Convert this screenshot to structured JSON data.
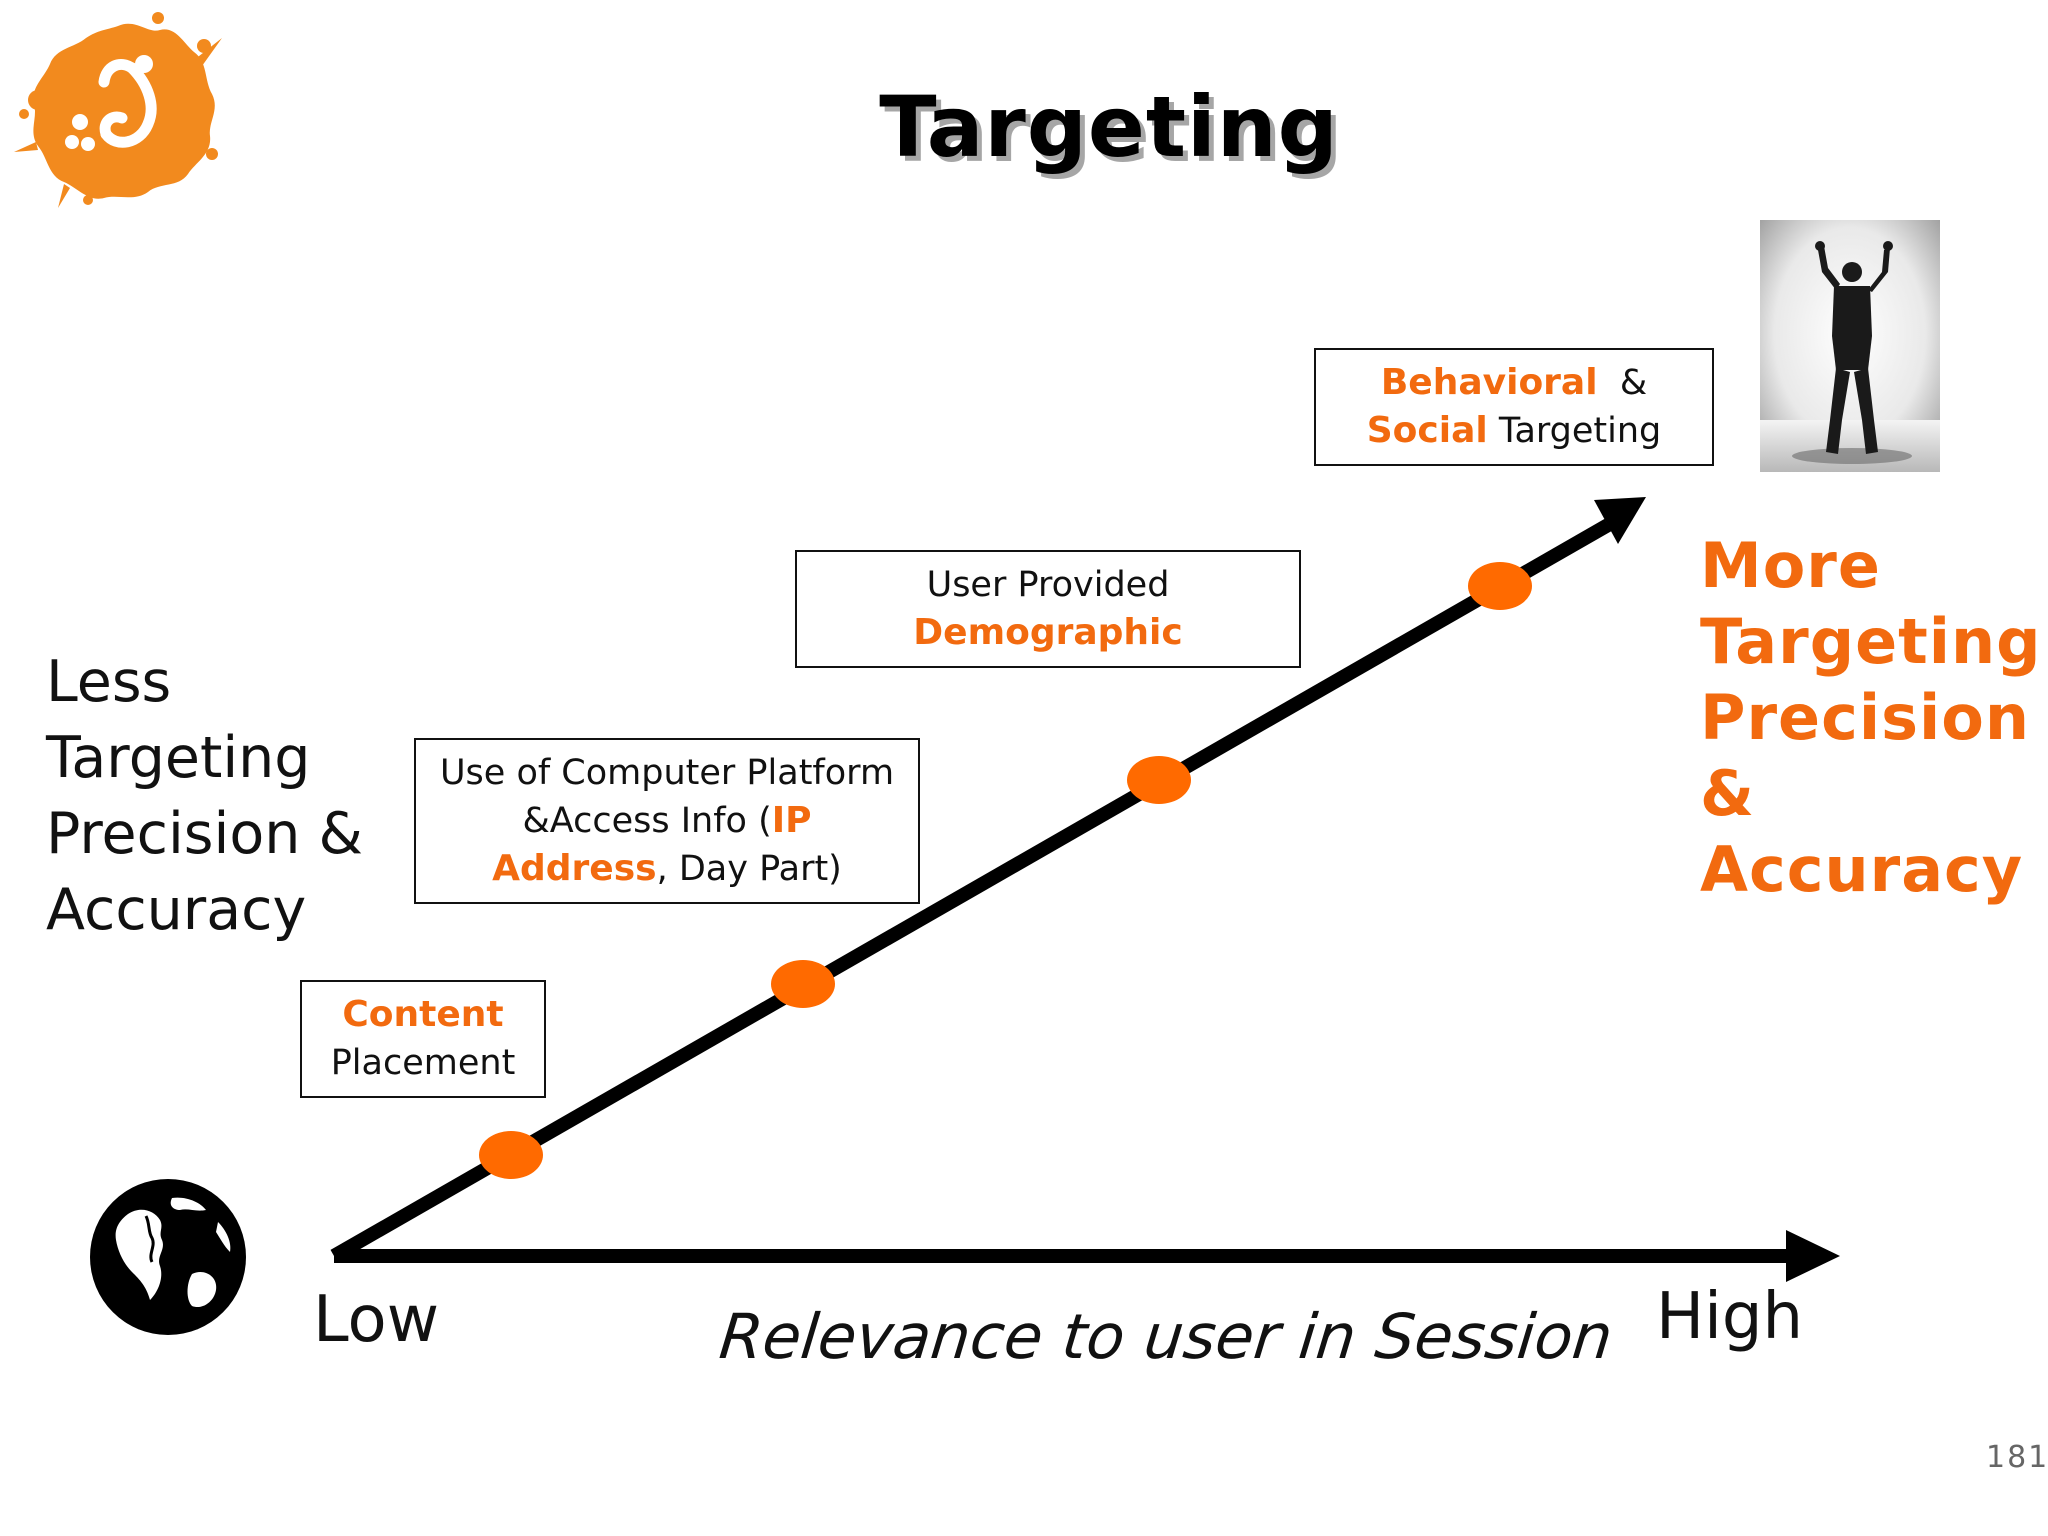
{
  "slide": {
    "title": "Targeting",
    "page_number": "181"
  },
  "boxes": {
    "content": {
      "orange": "Content",
      "rest": "Placement"
    },
    "platform": {
      "line1": "Use of Computer Platform",
      "line2_pre": "&Access Info (",
      "line2_orange": "IP",
      "line3_orange": "Address",
      "line3_rest": ", Day Part)"
    },
    "demographic": {
      "line1": "User Provided",
      "orange": "Demographic"
    },
    "behavioral": {
      "orange1": "Behavioral",
      "amp": "&",
      "orange2": "Social",
      "rest": "Targeting"
    }
  },
  "left_label": [
    "Less",
    "Targeting",
    "Precision &",
    "Accuracy"
  ],
  "right_label": [
    "More",
    "Targeting",
    "Precision",
    "&",
    "Accuracy"
  ],
  "axis": {
    "low": "Low",
    "high": "High",
    "caption": "Relevance to user in Session"
  },
  "colors": {
    "accent": "#f26a0f",
    "line": "#000000",
    "logo": "#f28a1e"
  },
  "icons": {
    "logo": "splash-logo-icon",
    "person": "person-arms-raised-icon",
    "globe": "globe-icon"
  }
}
